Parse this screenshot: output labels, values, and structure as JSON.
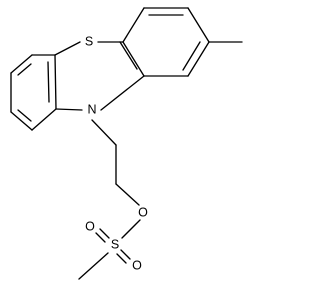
{
  "molecule": {
    "atoms": {
      "sulfur_ring": "S",
      "nitrogen": "N",
      "oxygen_ester": "O",
      "sulfur_sulfonyl": "S",
      "oxygen_sulfonyl_left": "O",
      "oxygen_sulfonyl_bottom": "O"
    }
  }
}
